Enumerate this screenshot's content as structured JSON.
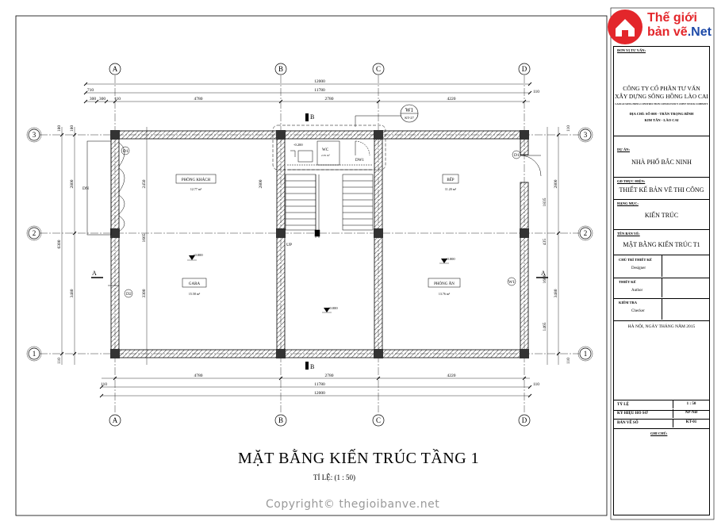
{
  "logo": {
    "line1": "Thế giới",
    "line2": "bản vẽ",
    "suffix": ".Net"
  },
  "drawing": {
    "title": "MẶT BẰNG KIẾN TRÚC TẦNG 1",
    "scale": "TỈ LỆ: (1 : 50)",
    "copyright": "Copyright© thegioibanve.net",
    "axes_letters": [
      "A",
      "B",
      "C",
      "D"
    ],
    "axes_numbers": [
      "1",
      "2",
      "3"
    ],
    "dims_top_total": "12000",
    "dims_top_inner": "11780",
    "dims_top_segments": [
      "300",
      "300",
      "110",
      "4780",
      "2780",
      "4220",
      "110"
    ],
    "dim_710": "710",
    "dims_bottom_segments": [
      "4780",
      "2780",
      "4220"
    ],
    "dims_bottom_110a": "110",
    "dims_bottom_110b": "110",
    "dims_bottom_inner": "11780",
    "dims_bottom_total": "12000",
    "dims_left_total": "6300",
    "dims_left_segments": [
      "2800",
      "3480"
    ],
    "dims_left_small": [
      "180",
      "180",
      "110"
    ],
    "dims_right_segments": [
      "2800",
      "3480"
    ],
    "dims_right_inner": [
      "1835",
      "435",
      "1600",
      "1465"
    ],
    "dims_right_small": [
      "110",
      "110"
    ],
    "dims_inner": [
      "2450",
      "3300",
      "1665",
      "2800"
    ],
    "rooms": [
      {
        "name": "PHÒNG KHÁCH",
        "area": "12.77 m²"
      },
      {
        "name": "BẾP",
        "area": "11.20 m²"
      },
      {
        "name": "GARA",
        "area": "15.58 m²"
      },
      {
        "name": "PHÒNG ĂN",
        "area": "13.76 m²"
      }
    ],
    "wc": {
      "name": "WC",
      "area": "2.35 m²"
    },
    "levels": [
      "±0.000",
      "±0.000",
      "±0.000",
      "-0.200"
    ],
    "labels": {
      "dn": "DN",
      "up": "UP",
      "w1_tag": "W1",
      "kt27": "KT-27",
      "dw1": "DW1",
      "w1": "W1",
      "sec_a": "A",
      "sec_b": "B"
    },
    "doors": [
      "D1",
      "D2",
      "D1"
    ]
  },
  "title_block": {
    "don_vi_label": "ĐƠN VỊ TƯ VẤN:",
    "company_line1": "CÔNG TY CỔ PHẦN TƯ VẤN",
    "company_line2": "XÂY DỰNG SÔNG HỒNG LÀO CAI",
    "company_en": "LAOCAI SONG HONG CONSTRUCTION CONSULTANCY JOINT STOCK COMPANY",
    "address_line1": "ĐỊA CHỈ: SỐ 008 - TRẦN TRỌNG BÌNH",
    "address_line2": "KIM TÂN - LÀO CAI",
    "du_an_label": "DỰ ÁN:",
    "du_an_value": "NHÀ PHỐ BẮC NINH",
    "giai_doan_label": "GĐ THỰC HIỆN:",
    "giai_doan_value": "THIẾT KẾ BẢN VẼ THI CÔNG",
    "hang_muc_label": "HẠNG MỤC:",
    "hang_muc_value": "KIẾN TRÚC",
    "ten_ban_ve_label": "TÊN BẢN VẼ:",
    "ten_ban_ve_value": "MẶT BẰNG KIẾN TRÚC T1",
    "chu_tri_label": "CHỦ TRÌ THIẾT KẾ",
    "chu_tri_value": "Designer",
    "thiet_ke_label": "THIẾT KẾ",
    "thiet_ke_value": "Author",
    "kiem_tra_label": "KIỂM TRA",
    "kiem_tra_value": "Checker",
    "date": "HÀ NỘI, NGÀY   THÁNG   NĂM 2015",
    "ty_le_label": "TỶ LỆ",
    "ty_le_value": "1 : 50",
    "ky_hieu_label": "KÝ HIỆU HỒ SƠ",
    "ky_hieu_value": "NP-NĐ",
    "ban_ve_so_label": "BẢN VẼ SỐ",
    "ban_ve_so_value": "KT-01",
    "ghi_chu_label": "GHI CHÚ:"
  }
}
